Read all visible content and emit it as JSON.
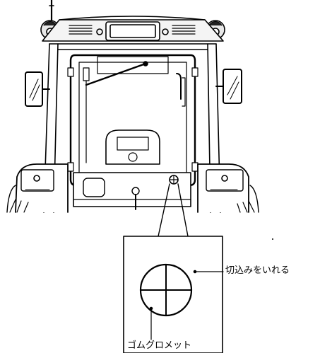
{
  "labels": {
    "cut_instruction": "切込みをいれる",
    "grommet": "ゴムグロメット"
  },
  "icons": [
    "tractor-cab-rear-view-illustration",
    "rubber-grommet-detail-illustration"
  ],
  "colors": {
    "line": "#000000",
    "background": "#ffffff"
  }
}
